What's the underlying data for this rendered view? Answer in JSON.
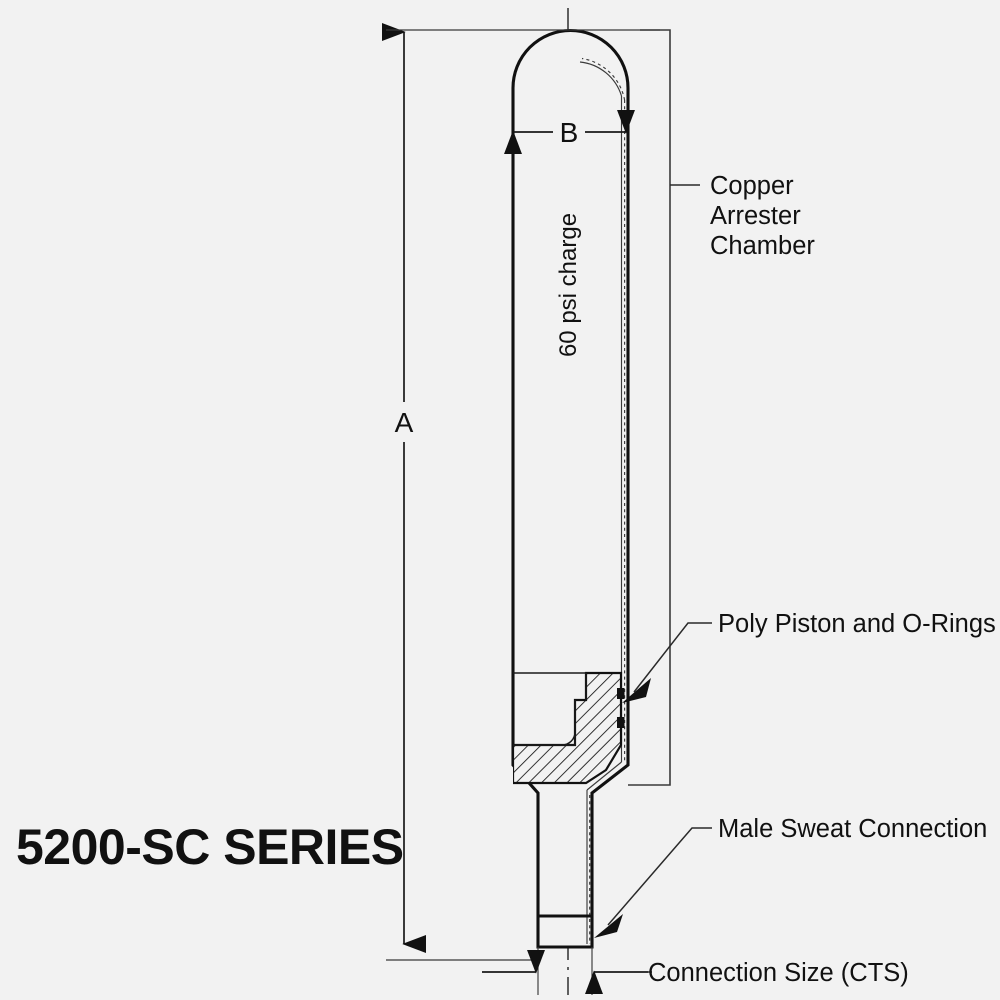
{
  "drawing": {
    "title": "5200-SC SERIES",
    "background_color": "#f2f2f2",
    "line_color": "#111111",
    "dimensions": {
      "overall_length_label": "A",
      "chamber_diameter_label": "B",
      "connection_size_label": "Connection Size (CTS)"
    },
    "annotations": {
      "charge": "60 psi charge",
      "chamber_line1": "Copper",
      "chamber_line2": "Arrester",
      "chamber_line3": "Chamber",
      "piston": "Poly Piston and O-Rings",
      "connection": "Male Sweat Connection"
    }
  }
}
